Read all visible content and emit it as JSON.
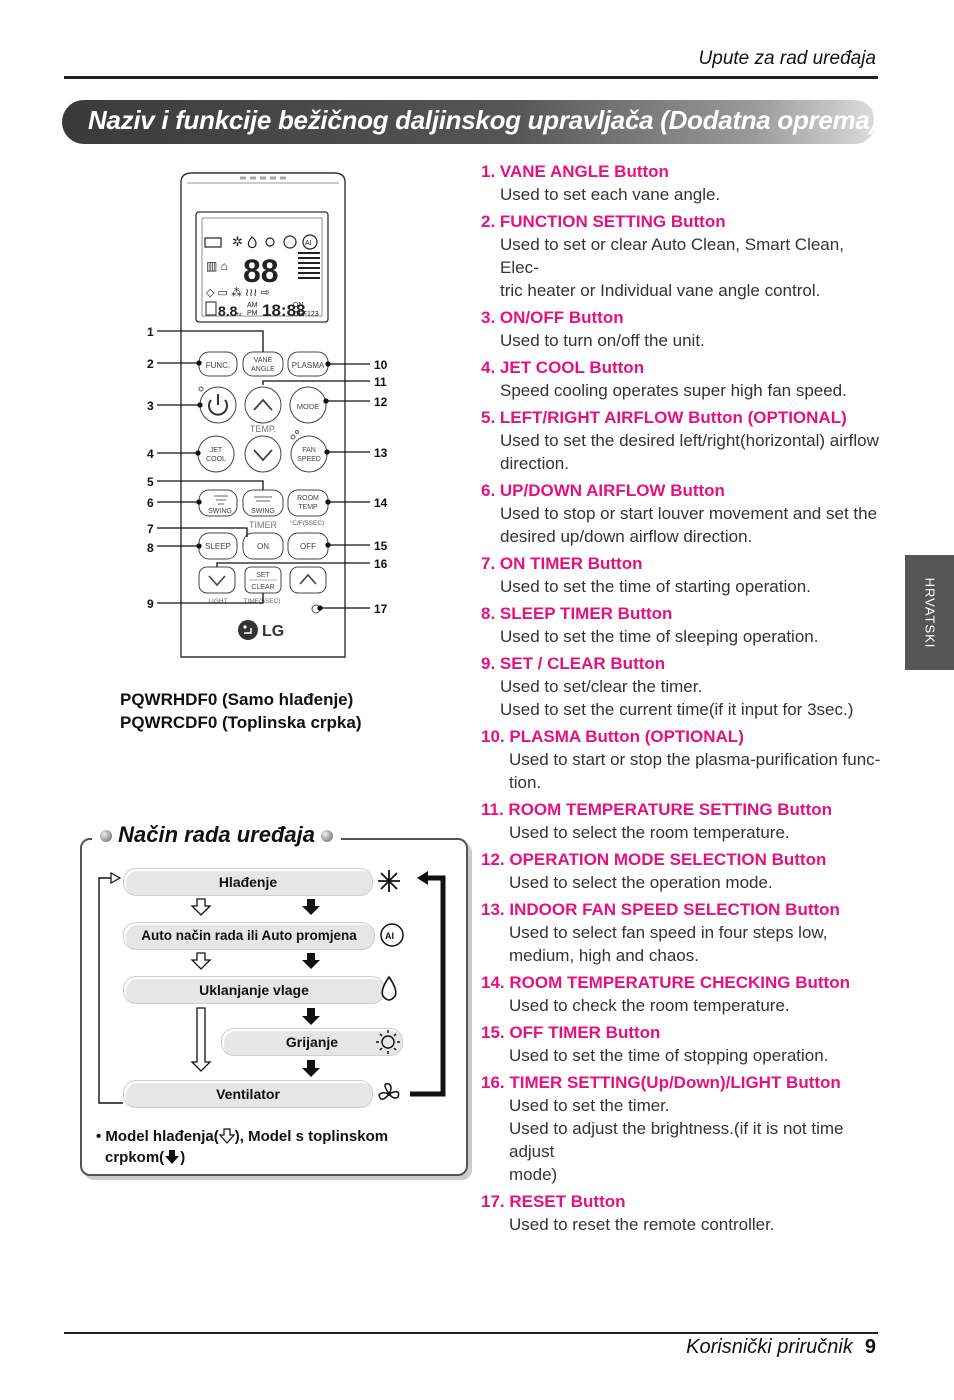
{
  "header": {
    "section": "Upute za rad uređaja"
  },
  "title": "Naziv i funkcije bežičnog daljinskog upravljača (Dodatna oprema)",
  "side_tab": "HRVATSKI",
  "footer": {
    "label": "Korisnički priručnik",
    "page": "9"
  },
  "remote": {
    "buttons": {
      "func": "FUNC.",
      "vane1": "VANE",
      "vane2": "ANGLE",
      "plasma": "PLASMA",
      "mode": "MODE",
      "temp": "TEMP.",
      "jet1": "JET",
      "jet2": "COOL",
      "fan1": "FAN",
      "fan2": "SPEED",
      "swing": "SWING",
      "room1": "ROOM",
      "room2": "TEMP",
      "timer": "TIMER",
      "cf": "°C/F(5SEC)",
      "sleep": "SLEEP",
      "on": "ON",
      "off": "OFF",
      "set": "SET",
      "clear": "CLEAR",
      "light": "LIGHT",
      "time": "TIME(5SEC)",
      "brand": "LG"
    },
    "lcd": {
      "digits": "88",
      "small": "8.8",
      "ampm_am": "AM",
      "ampm_pm": "PM",
      "time": "18:88",
      "on": "ON",
      "off": "OFF123",
      "hr": "hr."
    },
    "callouts": [
      "1",
      "2",
      "3",
      "4",
      "5",
      "6",
      "7",
      "8",
      "9",
      "10",
      "11",
      "12",
      "13",
      "14",
      "15",
      "16",
      "17"
    ],
    "models": [
      "PQWRHDF0 (Samo hlađenje)",
      "PQWRCDF0 (Toplinska crpka)"
    ]
  },
  "modes": {
    "title": "Način rada uređaja",
    "items": [
      "Hlađenje",
      "Auto način rada ili Auto promjena",
      "Uklanjanje vlage",
      "Grijanje",
      "Ventilator"
    ],
    "note_prefix": "Model hlađenja(",
    "note_mid": "), Model s toplinskom",
    "note_line2": "crpkom(",
    "note_end": ")"
  },
  "functions": [
    {
      "title": "1. VANE ANGLE Button",
      "desc": [
        "Used to set each vane angle."
      ]
    },
    {
      "title": "2. FUNCTION SETTING Button",
      "desc": [
        "Used to set or clear Auto Clean, Smart Clean, Elec-",
        "tric heater or Individual vane angle control."
      ]
    },
    {
      "title": "3. ON/OFF Button",
      "desc": [
        "Used to turn on/off the unit."
      ]
    },
    {
      "title": "4. JET COOL Button",
      "desc": [
        "Speed cooling operates super high fan speed."
      ]
    },
    {
      "title": "5. LEFT/RIGHT AIRFLOW Button (OPTIONAL)",
      "desc": [
        "Used to set the desired left/right(horizontal) airflow",
        "direction."
      ]
    },
    {
      "title": "6. UP/DOWN AIRFLOW Button",
      "desc": [
        "Used to stop or start louver movement and set the",
        "desired up/down airflow direction."
      ]
    },
    {
      "title": "7. ON TIMER Button",
      "desc": [
        "Used to set the time of starting operation."
      ]
    },
    {
      "title": "8. SLEEP TIMER Button",
      "desc": [
        "Used to set the time of sleeping operation."
      ]
    },
    {
      "title": "9. SET / CLEAR Button",
      "desc": [
        "Used to set/clear the timer.",
        "Used to set the current time(if it input for 3sec.)"
      ]
    },
    {
      "title": "10. PLASMA Button (OPTIONAL)",
      "desc": [
        "Used to start or stop the plasma-purification  func-",
        "tion."
      ]
    },
    {
      "title": "11. ROOM TEMPERATURE SETTING Button",
      "desc": [
        "Used to select the room temperature."
      ]
    },
    {
      "title": "12. OPERATION MODE SELECTION Button",
      "desc": [
        "Used to select the operation mode."
      ]
    },
    {
      "title": "13. INDOOR FAN SPEED SELECTION Button",
      "desc": [
        "Used to select fan speed in four steps low,",
        "medium, high and chaos."
      ]
    },
    {
      "title": "14. ROOM TEMPERATURE CHECKING Button",
      "desc": [
        "Used to check the room temperature."
      ]
    },
    {
      "title": "15. OFF TIMER Button",
      "desc": [
        "Used to set the time of stopping operation."
      ]
    },
    {
      "title": "16. TIMER SETTING(Up/Down)/LIGHT Button",
      "desc": [
        "Used to set the timer.",
        "Used to adjust the brightness.(if it is not time adjust",
        "mode)"
      ]
    },
    {
      "title": "17. RESET Button",
      "desc": [
        "Used to reset the remote controller."
      ]
    }
  ]
}
